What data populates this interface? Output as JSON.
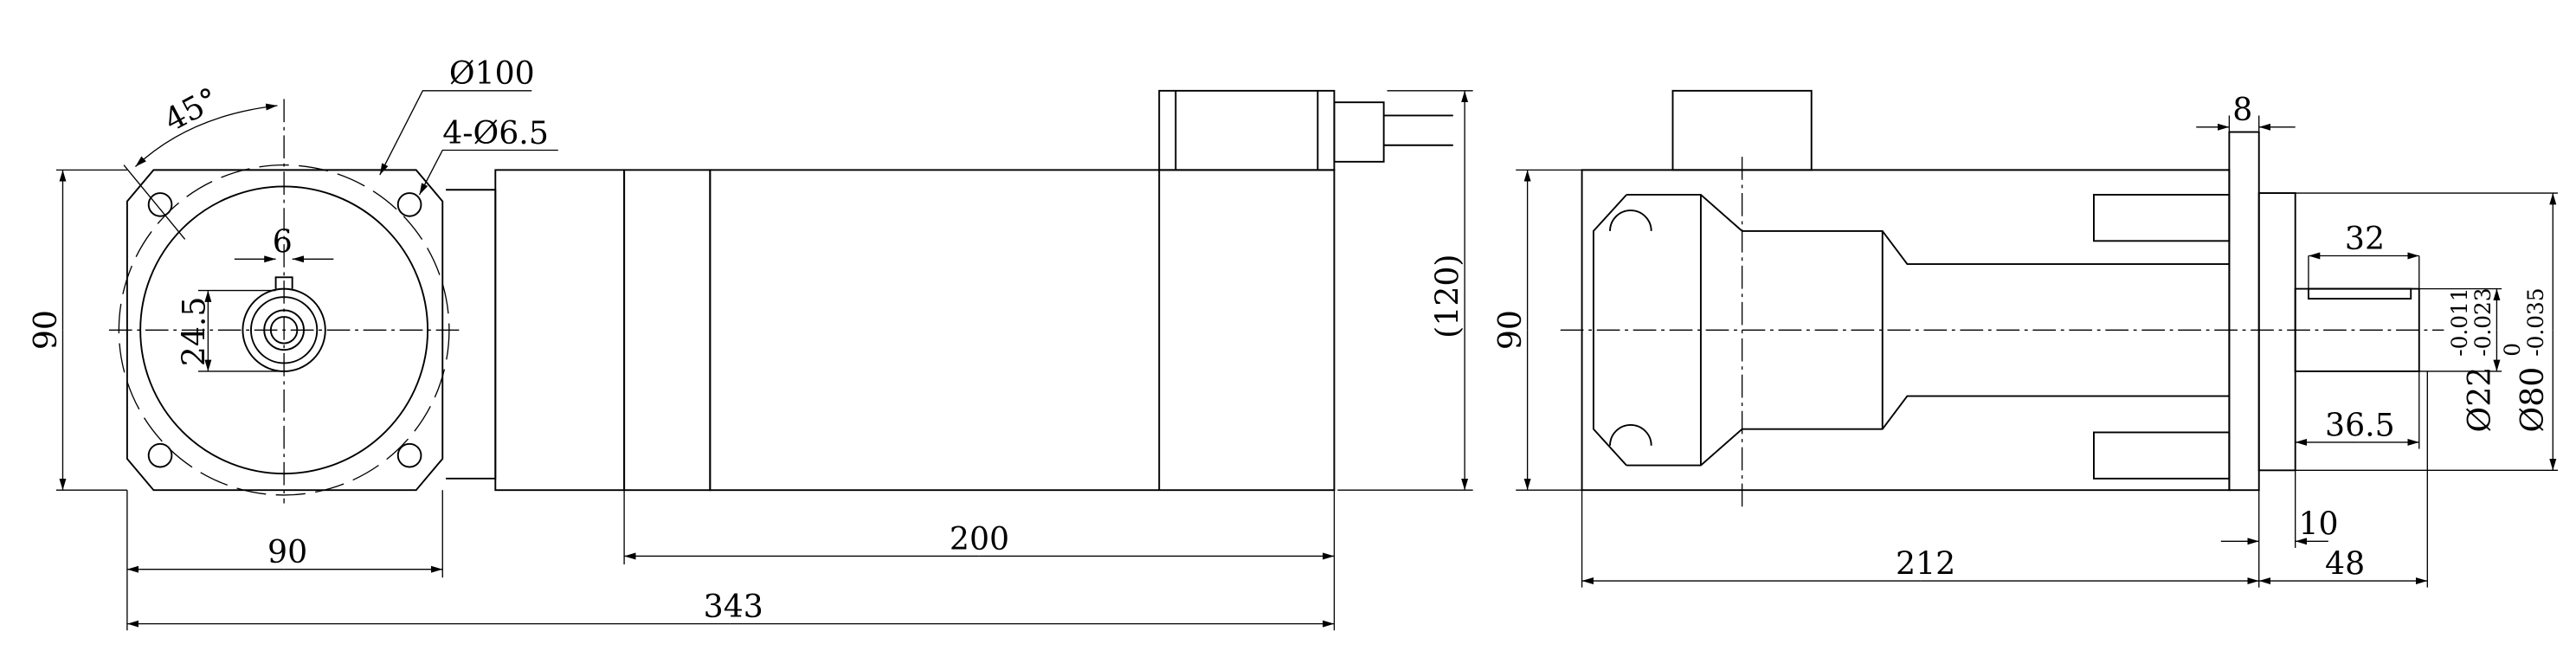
{
  "drawing": {
    "front_view": {
      "angle_label": "45°",
      "pcd_label": "Ø100",
      "holes_label": "4-Ø6.5",
      "key_width": "6",
      "shaft_height": "24.5",
      "flange_height": "90",
      "flange_width": "90"
    },
    "side_view": {
      "terminal_height": "(120)",
      "motor_length": "200",
      "total_length": "343"
    },
    "right_view": {
      "height": "90",
      "flange_thickness": "8",
      "key_length": "32",
      "shaft_dia": "Ø22",
      "shaft_tol_upper": "-0.011",
      "shaft_tol_lower": "-0.023",
      "pilot_dia": "Ø80",
      "pilot_tol_upper": "0",
      "pilot_tol_lower": "-0.035",
      "shaft_length": "36.5",
      "pilot_length": "10",
      "body_length": "212",
      "output_length": "48"
    }
  }
}
